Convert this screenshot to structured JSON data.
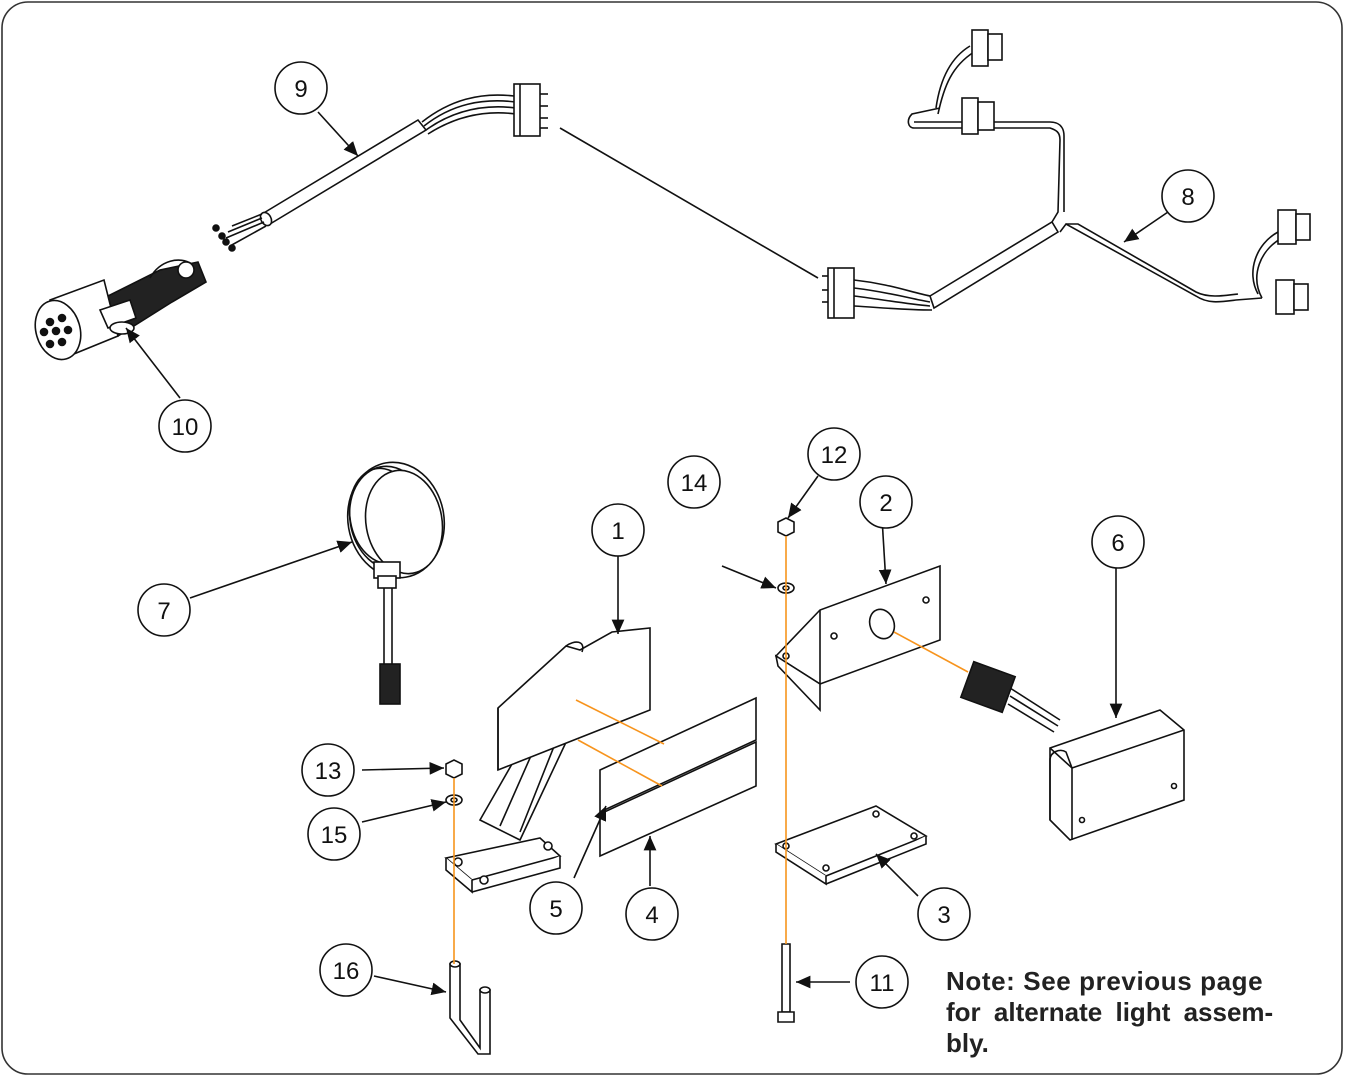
{
  "callouts": [
    "1",
    "2",
    "3",
    "4",
    "5",
    "6",
    "7",
    "8",
    "9",
    "10",
    "11",
    "12",
    "13",
    "14",
    "15",
    "16"
  ],
  "note": {
    "line1": "Note: See previous page",
    "line2": "for  alternate light assem-",
    "line3": "bly."
  },
  "colors": {
    "line": "#111111",
    "leader": "#f7941d",
    "frame": "#333333"
  }
}
